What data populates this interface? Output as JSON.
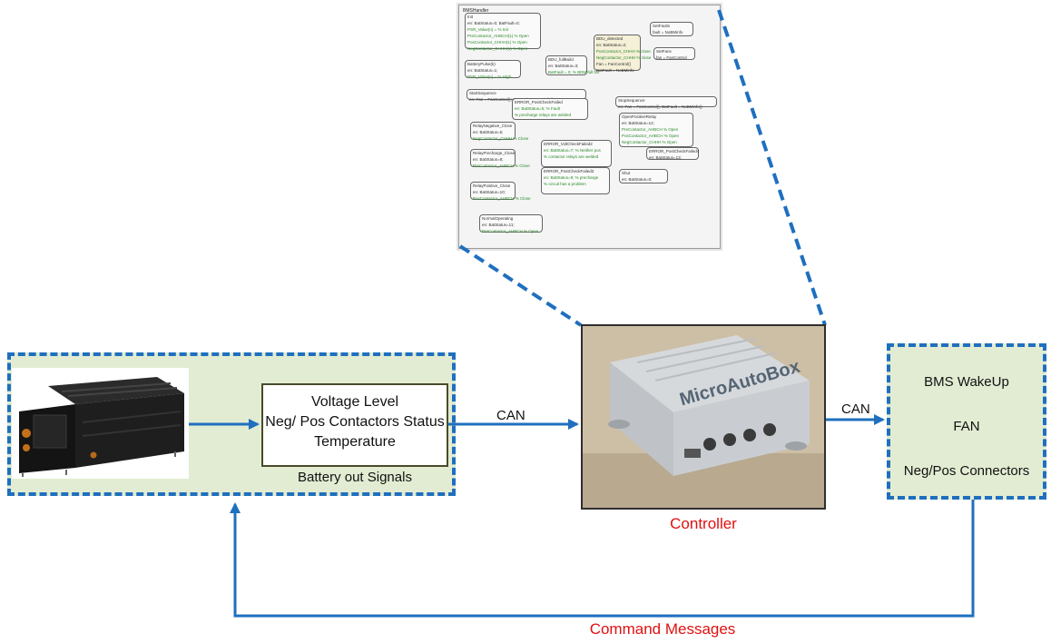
{
  "stateflow_thumbnail": {
    "caption": "BMSHandler",
    "states": [
      {
        "label": "Init",
        "lines": [
          "en: BatStatus=0; BatFault=0;",
          "PSR_Value(n) = % Init",
          "PreContactor_AHBCH(1) % Open",
          "PosContactor_CHHH(1) % Open",
          "NegContactor_CHHH(1) % Open"
        ]
      },
      {
        "label": "BatteryPulse(k)",
        "lines": [
          "en: BatStatus=1;",
          "PSR_Value(n) = % High"
        ]
      },
      {
        "label": "BDU_detected",
        "lines": [
          "en: BatStatus=2;",
          "PosContactor_CHHH % close",
          "NegContactor_CHHH % close",
          "Fan = FanControl()",
          "BatFault = NoBMinfo"
        ]
      },
      {
        "label": "BDU_fullBuild",
        "lines": [
          "en: BatStatus=3;",
          "BatFault = 0; % BDM full No"
        ]
      },
      {
        "label": "StartSequence",
        "lines": [
          "en: Fan = FanControl(); BatFault = NoBMinfo()"
        ]
      },
      {
        "label": "ERROR_PostCheckFailed",
        "lines": [
          "en: BatStatus=5; % Fault",
          "% precharge relays are welded"
        ]
      },
      {
        "label": "RelayNegative_Close",
        "lines": [
          "en: BatStatus=6;",
          "NegContactor_CHHH % Close"
        ]
      },
      {
        "label": "ERROR_VoltCheckFailed2",
        "lines": [
          "en: BatStatus=7; % Neither pos",
          "% contactor relays are welded"
        ]
      },
      {
        "label": "RelayPrecharge_Close",
        "lines": [
          "en: BatStatus=8;",
          "PreContactor_AHBCH % Close"
        ]
      },
      {
        "label": "ERROR_PostCheckFailed3",
        "lines": [
          "en: BatStatus=9; % precharge",
          "% circuit has a problem"
        ]
      },
      {
        "label": "RelayPositive_Close",
        "lines": [
          "en: BatStatus=10;",
          "PosContactor_AHBCH % Close"
        ]
      },
      {
        "label": "NormalOperating",
        "lines": [
          "en: BatStatus=11;",
          "PreContactor_AHBCH % Open"
        ]
      },
      {
        "label": "StopSequence",
        "lines": [
          "en: Fan = FanControl(); BatFault = NoBMinfo()"
        ]
      },
      {
        "label": "OpenPositiveRelay",
        "lines": [
          "en: BatStatus=12;",
          "PreContactor_AHBCH % Open",
          "PosContactor_AHBCH % Open",
          "NegContactor_CHHH % Open"
        ]
      },
      {
        "label": "ERROR_PostCheckFailed4",
        "lines": [
          "en: BatStatus=13;"
        ]
      },
      {
        "label": "Shut",
        "lines": [
          "en: BatStatus=0;"
        ]
      },
      {
        "label": "SetFaults",
        "lines": [
          "fault = NoBMinfo"
        ]
      },
      {
        "label": "SetFans",
        "lines": [
          "fan = FanControl"
        ]
      }
    ]
  },
  "battery_block": {
    "signals": [
      "Voltage Level",
      "Neg/ Pos Contactors Status",
      "Temperature"
    ],
    "caption": "Battery out Signals"
  },
  "links": {
    "battery_to_controller": "CAN",
    "controller_to_outputs": "CAN",
    "feedback": "Command Messages"
  },
  "controller": {
    "brand_text": "MicroAutoBox",
    "caption": "Controller"
  },
  "outputs": {
    "items": [
      "BMS WakeUp",
      "FAN",
      "Neg/Pos Connectors"
    ]
  },
  "colors": {
    "arrow_blue": "#1f6fbf",
    "box_fill_green": "#e2ecd2",
    "caption_red": "#e01010",
    "border_dashed_blue": "#1f6fbf"
  }
}
